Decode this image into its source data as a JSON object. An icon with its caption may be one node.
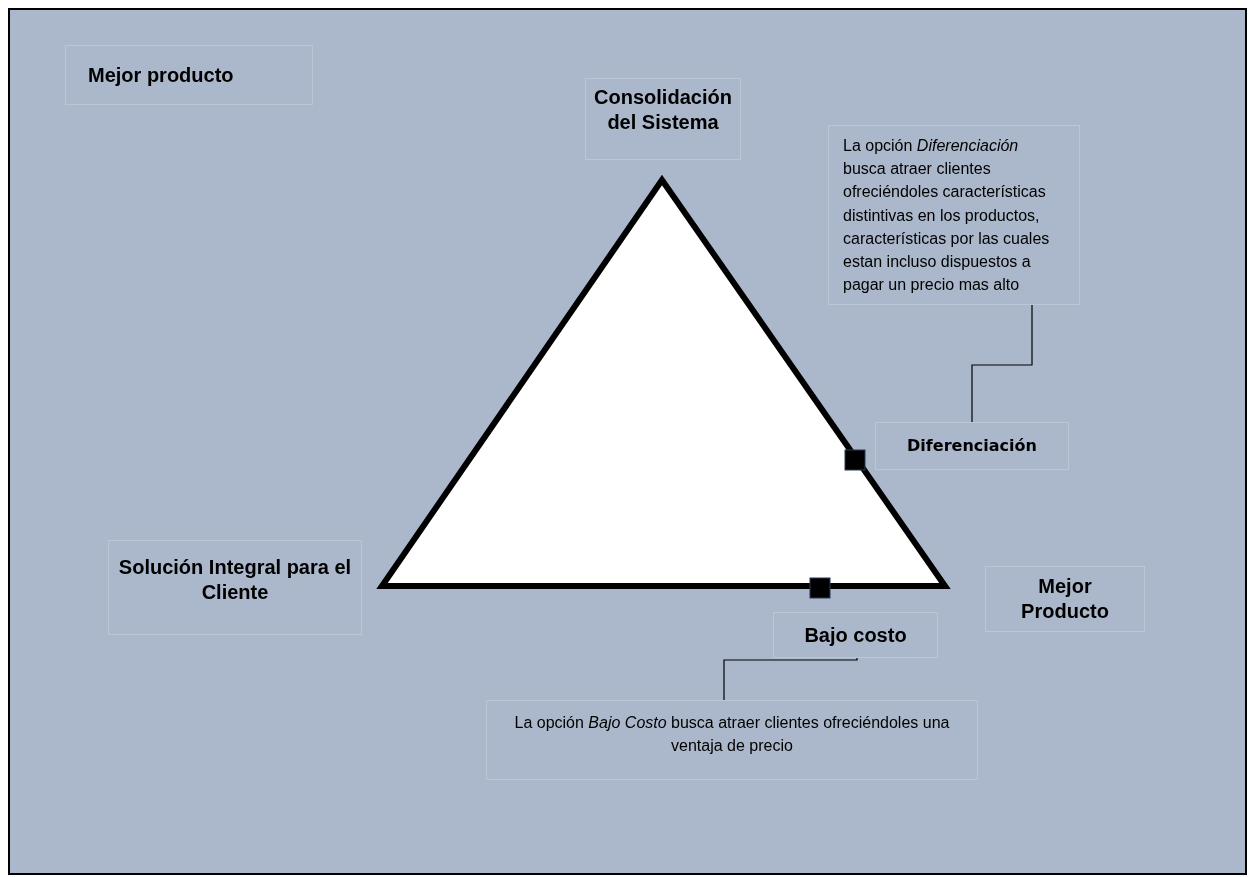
{
  "diagram": {
    "nodes": [
      {
        "text": [
          "Mejor producto"
        ]
      },
      {
        "text": [
          "Consolidación del Sistema"
        ]
      },
      {
        "text": [
          "La opción *Diferenciación* busca atraer clientes ofreciéndoles características distintivas en los productos, características por las cuales estan incluso dispuestos a pagar un precio mas alto"
        ]
      },
      {
        "text": [
          "Diferenciación"
        ]
      },
      {
        "text": [
          "Solución Integral para el Cliente"
        ]
      },
      {
        "text": [
          "Mejor Producto"
        ]
      },
      {
        "text": [
          "Bajo costo"
        ]
      },
      {
        "text": [
          "La opción *Bajo Costo* busca atraer clientes ofreciéndoles una ventaja de precio"
        ]
      }
    ],
    "edges": [
      {
        "from": 2,
        "to": 3,
        "arrow": "none"
      },
      {
        "from": 7,
        "to": 6,
        "arrow": "none"
      }
    ]
  }
}
